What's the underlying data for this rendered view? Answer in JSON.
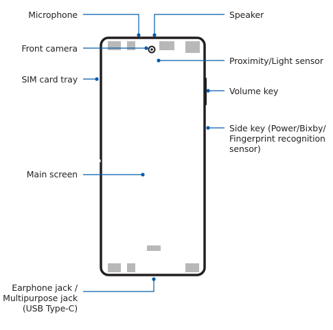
{
  "diagram": {
    "callouts": {
      "microphone": "Microphone",
      "front_camera": "Front camera",
      "sim_card_tray": "SIM card tray",
      "main_screen": "Main screen",
      "earphone_jack": "Earphone jack /\nMultipurpose jack\n(USB Type-C)",
      "speaker": "Speaker",
      "proximity_light_sensor": "Proximity/Light sensor",
      "volume_key": "Volume key",
      "side_key": "Side key (Power/Bixby/\nFingerprint recognition\nsensor)"
    },
    "colors": {
      "outline": "#231f20",
      "accent": "#005aab",
      "placeholder": "#b8b8b8"
    }
  }
}
